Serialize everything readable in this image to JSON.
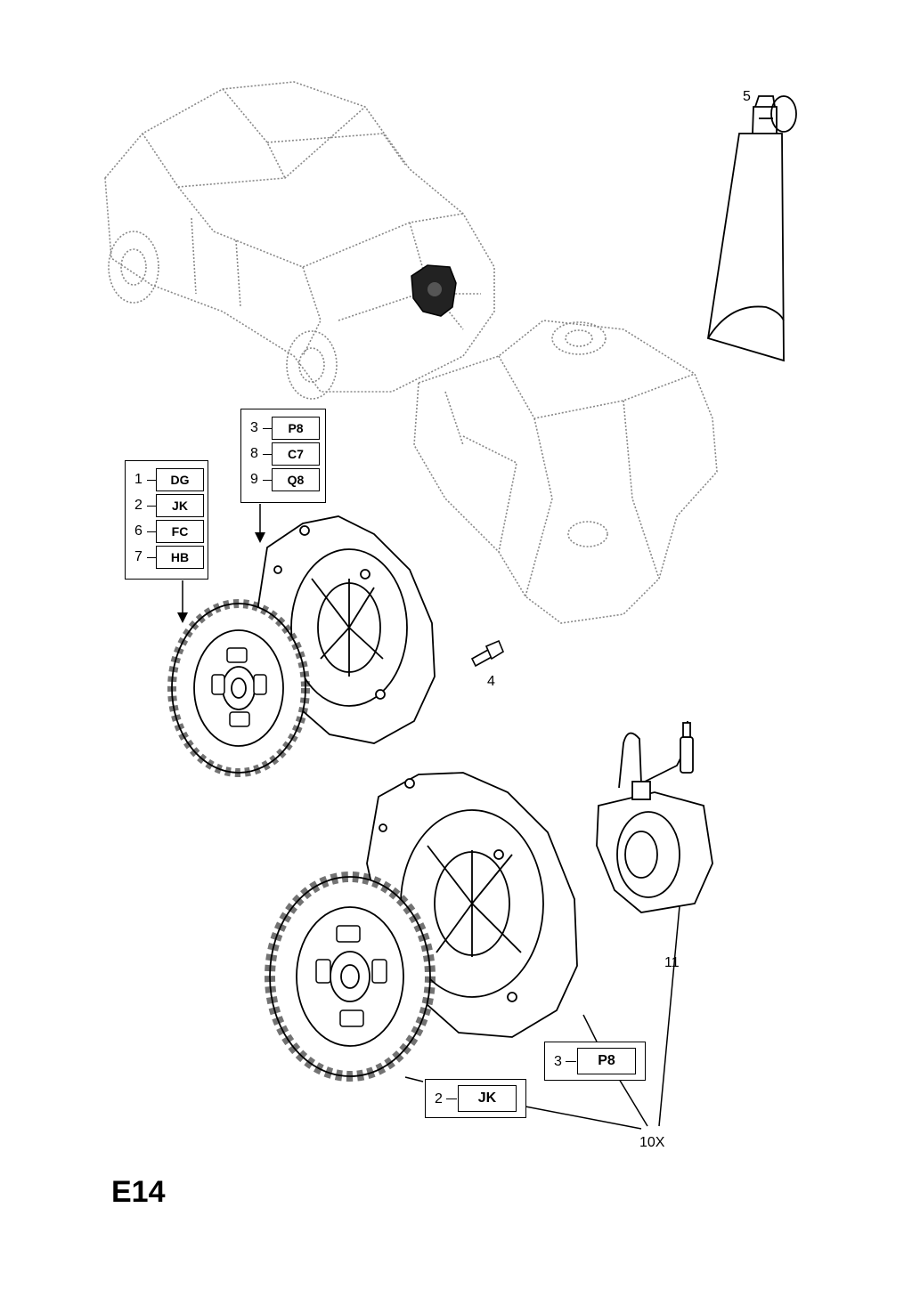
{
  "groups": {
    "disc_group": [
      {
        "num": "1",
        "code": "DG"
      },
      {
        "num": "2",
        "code": "JK"
      },
      {
        "num": "6",
        "code": "FC"
      },
      {
        "num": "7",
        "code": "HB"
      }
    ],
    "plate_group": [
      {
        "num": "3",
        "code": "P8"
      },
      {
        "num": "8",
        "code": "C7"
      },
      {
        "num": "9",
        "code": "Q8"
      }
    ]
  },
  "kit": {
    "plate": {
      "num": "3",
      "code": "P8"
    },
    "disc": {
      "num": "2",
      "code": "JK"
    },
    "kit_label": "10X"
  },
  "callouts": {
    "tube": "5",
    "bolt": "4",
    "bearing": "11"
  },
  "page_code": "E14",
  "colors": {
    "line": "#000000",
    "ghost": "#8a8a8a",
    "fill": "#ffffff"
  }
}
